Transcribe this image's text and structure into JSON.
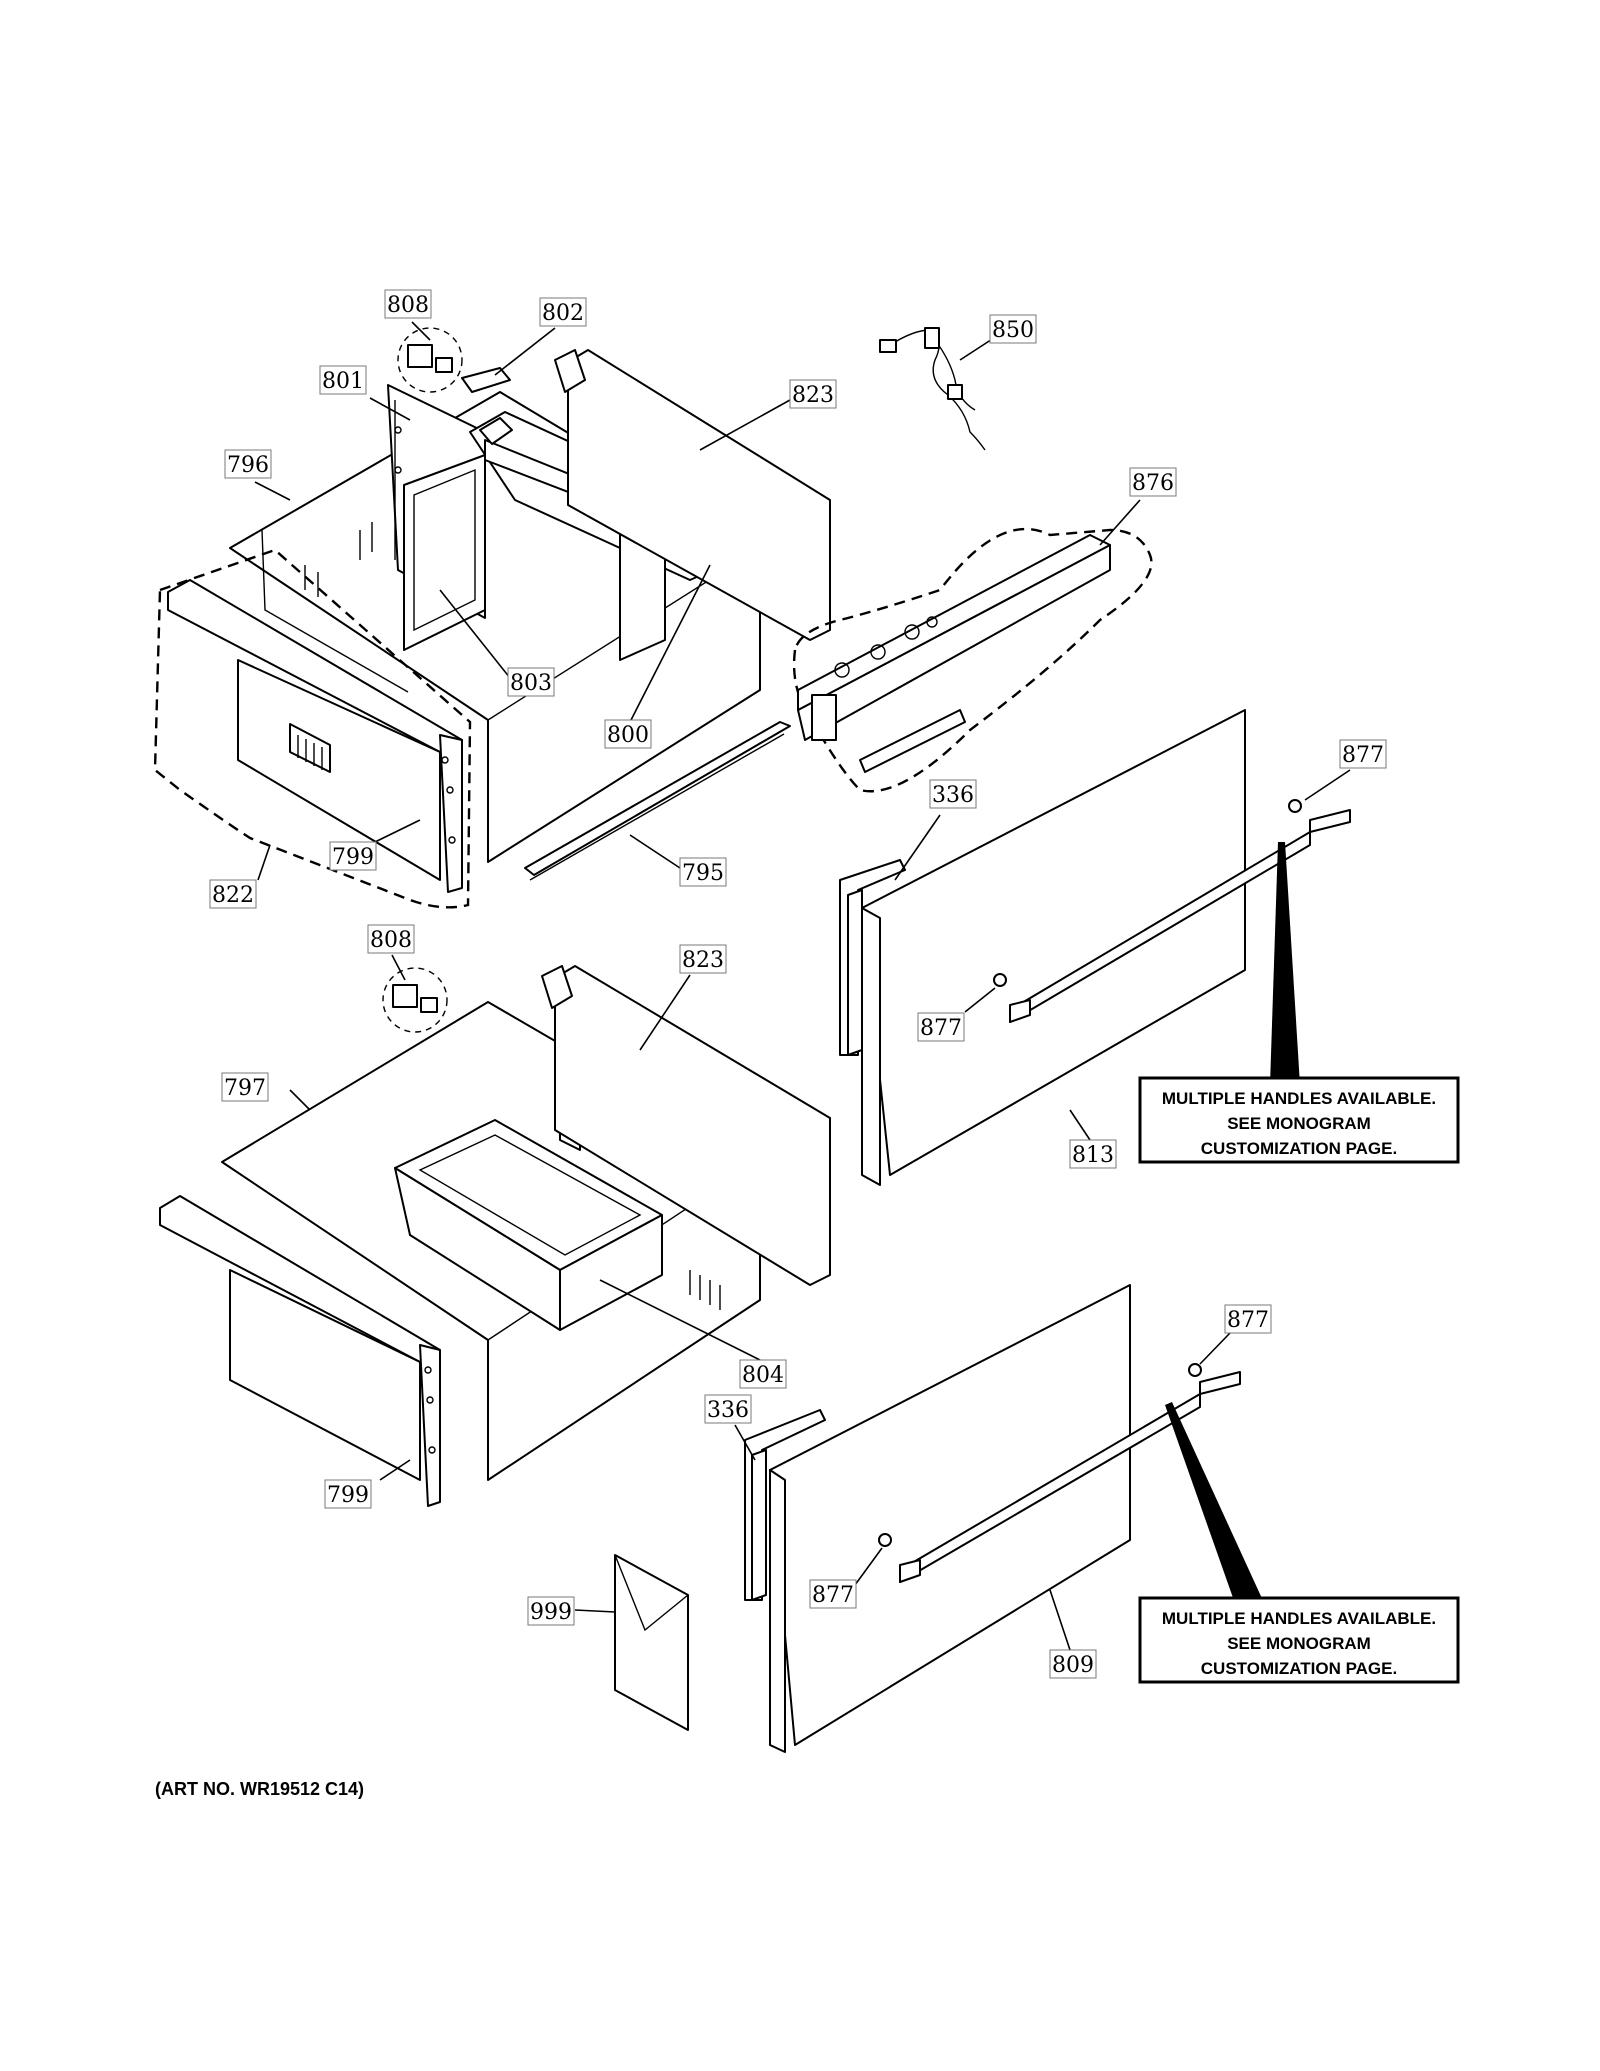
{
  "callouts": [
    {
      "id": "c808a",
      "text": "808"
    },
    {
      "id": "c802",
      "text": "802"
    },
    {
      "id": "c850",
      "text": "850"
    },
    {
      "id": "c801",
      "text": "801"
    },
    {
      "id": "c823a",
      "text": "823"
    },
    {
      "id": "c796",
      "text": "796"
    },
    {
      "id": "c876",
      "text": "876"
    },
    {
      "id": "c803",
      "text": "803"
    },
    {
      "id": "c800",
      "text": "800"
    },
    {
      "id": "c877a",
      "text": "877"
    },
    {
      "id": "c336a",
      "text": "336"
    },
    {
      "id": "c799a",
      "text": "799"
    },
    {
      "id": "c795",
      "text": "795"
    },
    {
      "id": "c822",
      "text": "822"
    },
    {
      "id": "c808b",
      "text": "808"
    },
    {
      "id": "c823b",
      "text": "823"
    },
    {
      "id": "c877b",
      "text": "877"
    },
    {
      "id": "c797",
      "text": "797"
    },
    {
      "id": "c813",
      "text": "813"
    },
    {
      "id": "c804",
      "text": "804"
    },
    {
      "id": "c877c",
      "text": "877"
    },
    {
      "id": "c336b",
      "text": "336"
    },
    {
      "id": "c799b",
      "text": "799"
    },
    {
      "id": "c999",
      "text": "999"
    },
    {
      "id": "c877d",
      "text": "877"
    },
    {
      "id": "c809",
      "text": "809"
    }
  ],
  "notes": {
    "upper": [
      "MULTIPLE HANDLES AVAILABLE.",
      "SEE MONOGRAM",
      "CUSTOMIZATION PAGE."
    ],
    "lower": [
      "MULTIPLE HANDLES AVAILABLE.",
      "SEE MONOGRAM",
      "CUSTOMIZATION PAGE."
    ]
  },
  "art_number": "(ART NO. WR19512 C14)"
}
